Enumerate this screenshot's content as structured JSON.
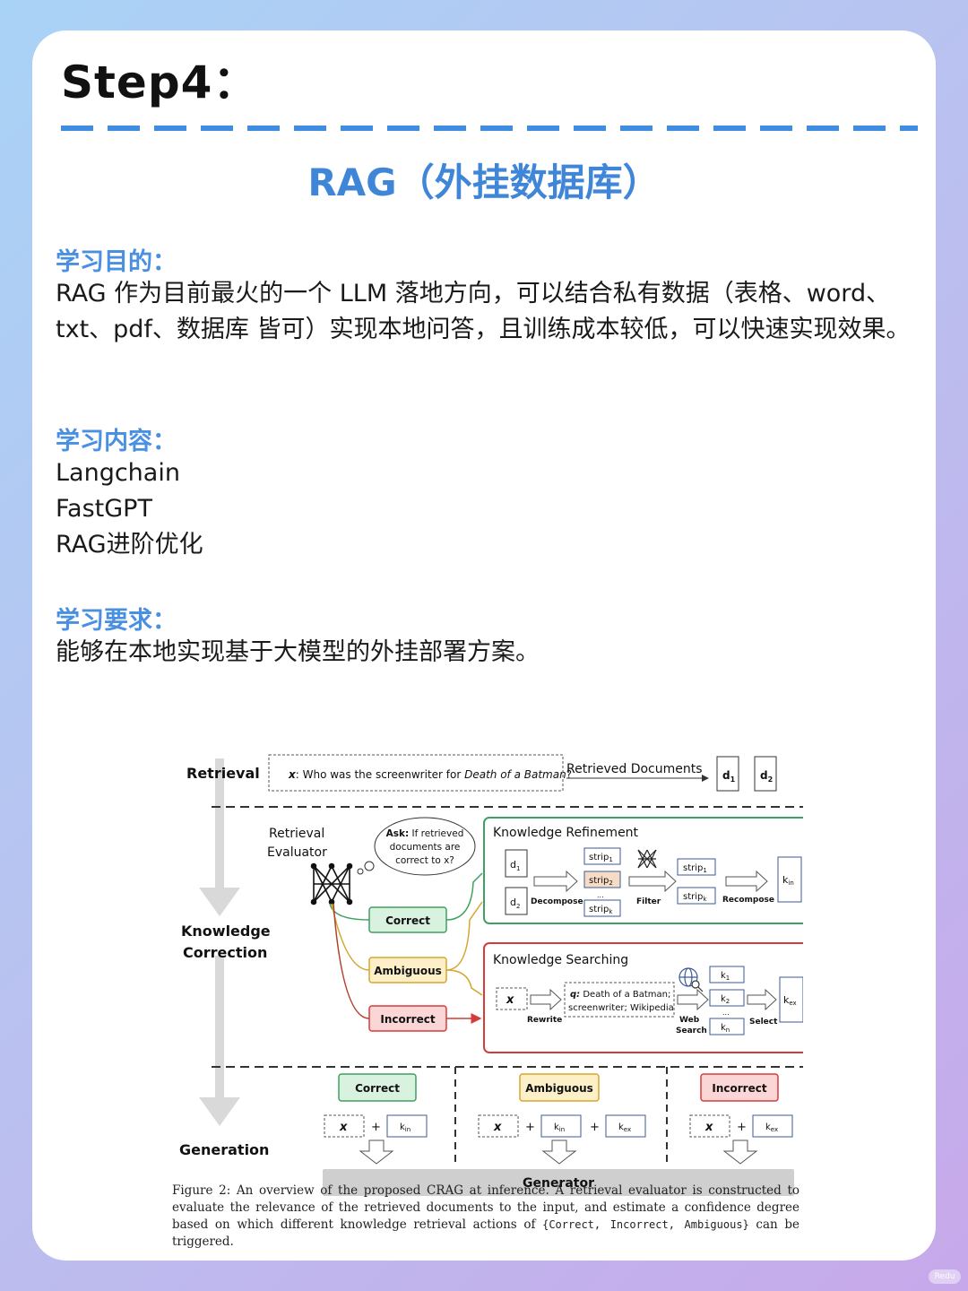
{
  "step_title": "Step4：",
  "main_title": "RAG（外挂数据库）",
  "sections": [
    {
      "heading": "学习目的：",
      "body": "RAG 作为目前最火的一个 LLM 落地方向，可以结合私有数据（表格、word、txt、pdf、数据库 皆可）实现本地问答，且训练成本较低，可以快速实现效果。"
    },
    {
      "heading": "学习内容：",
      "items": [
        "Langchain",
        "FastGPT",
        "RAG进阶优化"
      ]
    },
    {
      "heading": "学习要求：",
      "body": "能够在本地实现基于大模型的外挂部署方案。"
    }
  ],
  "diagram": {
    "stages": [
      "Retrieval",
      "Knowledge",
      "Correction",
      "Generation"
    ],
    "query_prefix": "x",
    "query_text": ": Who was the screenwriter for ",
    "query_italic": "Death of a Batman",
    "query_suffix": "?",
    "retrieved_docs": "Retrieved Documents",
    "doc1": "d",
    "doc2": "d",
    "evaluator": [
      "Retrieval",
      "Evaluator"
    ],
    "ask_bold": "Ask:",
    "ask_lines": [
      "If retrieved",
      "documents are",
      "correct to x?"
    ],
    "actions": {
      "correct": "Correct",
      "ambiguous": "Ambiguous",
      "incorrect": "Incorrect"
    },
    "refinement": {
      "title": "Knowledge Refinement",
      "decompose": "Decompose",
      "filter": "Filter",
      "recompose": "Recompose",
      "strip": "strip",
      "k_in": "k"
    },
    "searching": {
      "title": "Knowledge Searching",
      "rewrite": "Rewrite",
      "q_bold": "q:",
      "q_lines": [
        "Death of a Batman;",
        "screenwriter; Wikipedia"
      ],
      "web": "Web",
      "search": "Search",
      "select": "Select",
      "k": "k",
      "k_ex": "k"
    },
    "plus": "+",
    "generator": "Generator",
    "colors": {
      "correct_fill": "#d9f2e0",
      "correct_stroke": "#3fa060",
      "ambiguous_fill": "#fdf0c8",
      "ambiguous_stroke": "#d6a62e",
      "incorrect_fill": "#fbd6d6",
      "incorrect_stroke": "#d43c3c",
      "doc_box": "#3c5a9a"
    }
  },
  "caption": {
    "prefix": "Figure 2:  An overview of the proposed CRAG at inference.  A retrieval evaluator is constructed to evaluate the relevance of the retrieved documents to the input, and estimate a confidence degree based on which different knowledge retrieval actions of ",
    "mono": "{Correct, Incorrect, Ambiguous}",
    "suffix": " can be triggered."
  },
  "watermark": "Redu"
}
